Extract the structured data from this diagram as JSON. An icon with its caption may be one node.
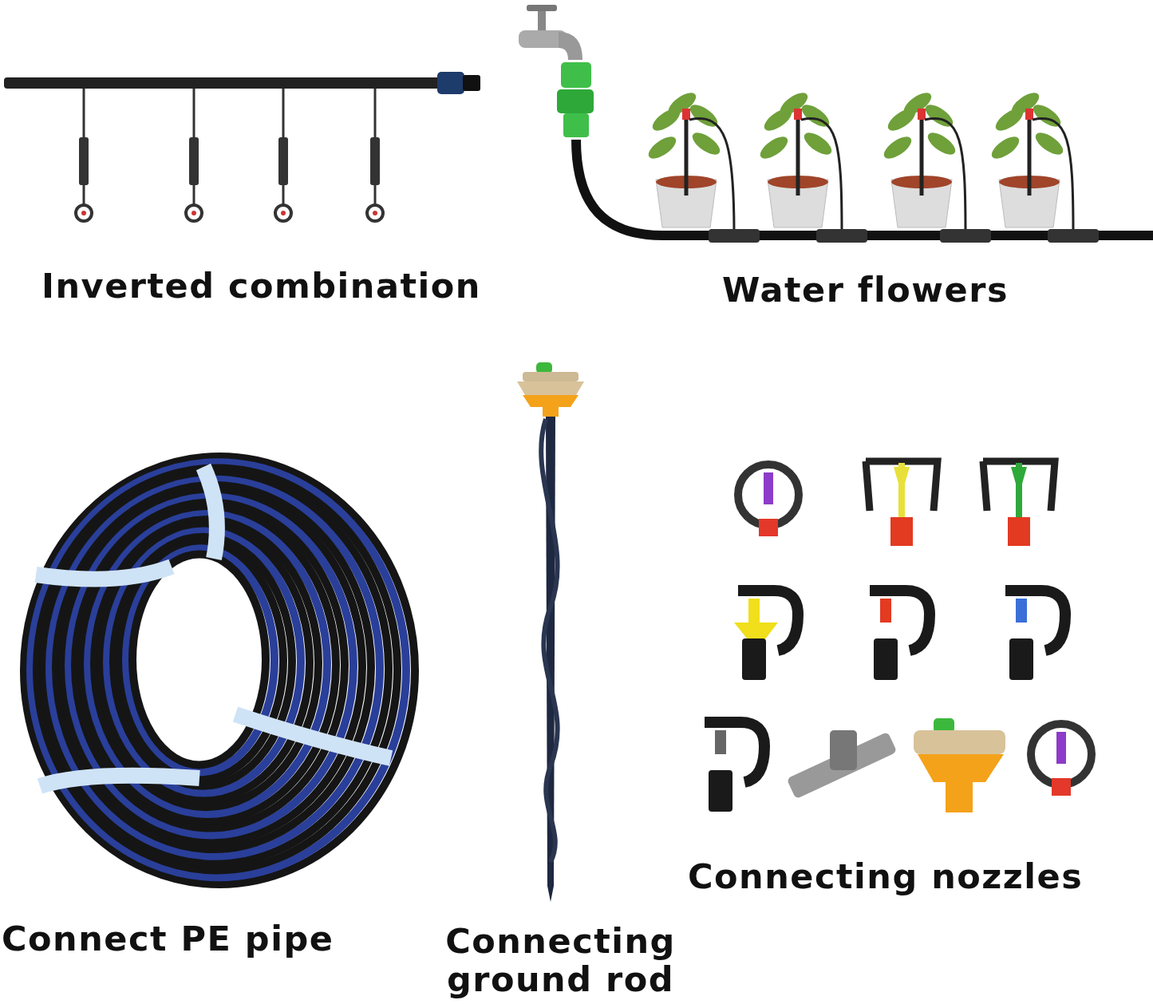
{
  "diagram": {
    "labels": [
      "Inverted combination",
      "Water flowers",
      "Connect PE pipe",
      "Connecting ground rod",
      "Connecting nozzles"
    ]
  }
}
